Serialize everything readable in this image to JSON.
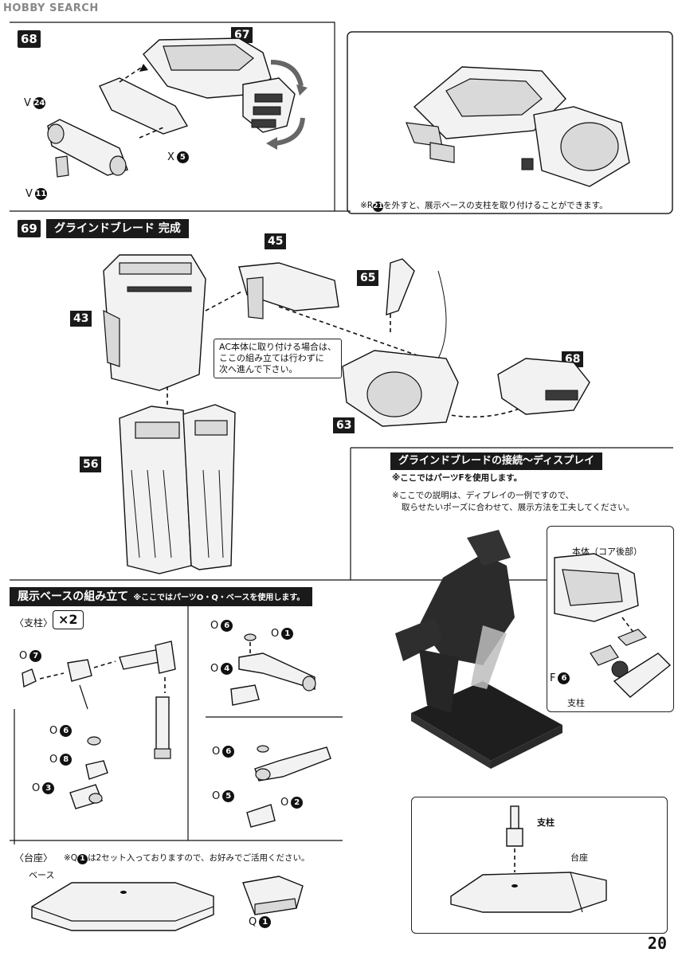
{
  "watermark": "HOBBY SEARCH",
  "page_number": "20",
  "step68": {
    "number": "68",
    "part_main": "67",
    "code_v24": "V",
    "code_v24_num": "24",
    "code_x5": "X",
    "code_x5_num": "5",
    "code_v11": "V",
    "code_v11_num": "11"
  },
  "right_top_note": {
    "prefix": "※R",
    "num": "21",
    "text": "を外すと、展示ベースの支柱を取り付けることができます。"
  },
  "step69": {
    "number": "69",
    "title": "グラインドブレード 完成",
    "parts": [
      "45",
      "65",
      "43",
      "63",
      "68",
      "56"
    ],
    "bubble": [
      "AC本体に取り付ける場合は、",
      "ここの組み立ては行わずに",
      "次へ進んで下さい。"
    ]
  },
  "connect_section": {
    "title": "グラインドブレードの接続～ディスプレイ",
    "subtitle": "※ここではパーツFを使用します。",
    "note_line1": "※ここでの説明は、ディプレイの一例ですので、",
    "note_line2": "取らせたいポーズに合わせて、展示方法を工夫してください。",
    "inset_label": "本体（コア後部）",
    "code_f": "F",
    "code_f_num": "6",
    "support_label": "支柱",
    "bottom_support": "支柱",
    "bottom_base": "台座"
  },
  "base_section": {
    "title": "展示ベースの組み立て",
    "subtitle": "※ここではパーツO・Q・ベースを使用します。",
    "support_head": "〈支柱〉",
    "times": "×2",
    "parts": {
      "o7": "7",
      "o6a": "6",
      "o8": "8",
      "o3": "3",
      "o6b": "6",
      "o1": "1",
      "o4": "4",
      "o6c": "6",
      "o5": "5",
      "o2": "2"
    },
    "o_letter": "O",
    "stand_head": "〈台座〉",
    "stand_note_pre": "※Q",
    "stand_note_num": "1",
    "stand_note": "は2セット入っておりますので、お好みでご活用ください。",
    "base_label": "ベース",
    "q_letter": "Q",
    "q_num": "1"
  }
}
